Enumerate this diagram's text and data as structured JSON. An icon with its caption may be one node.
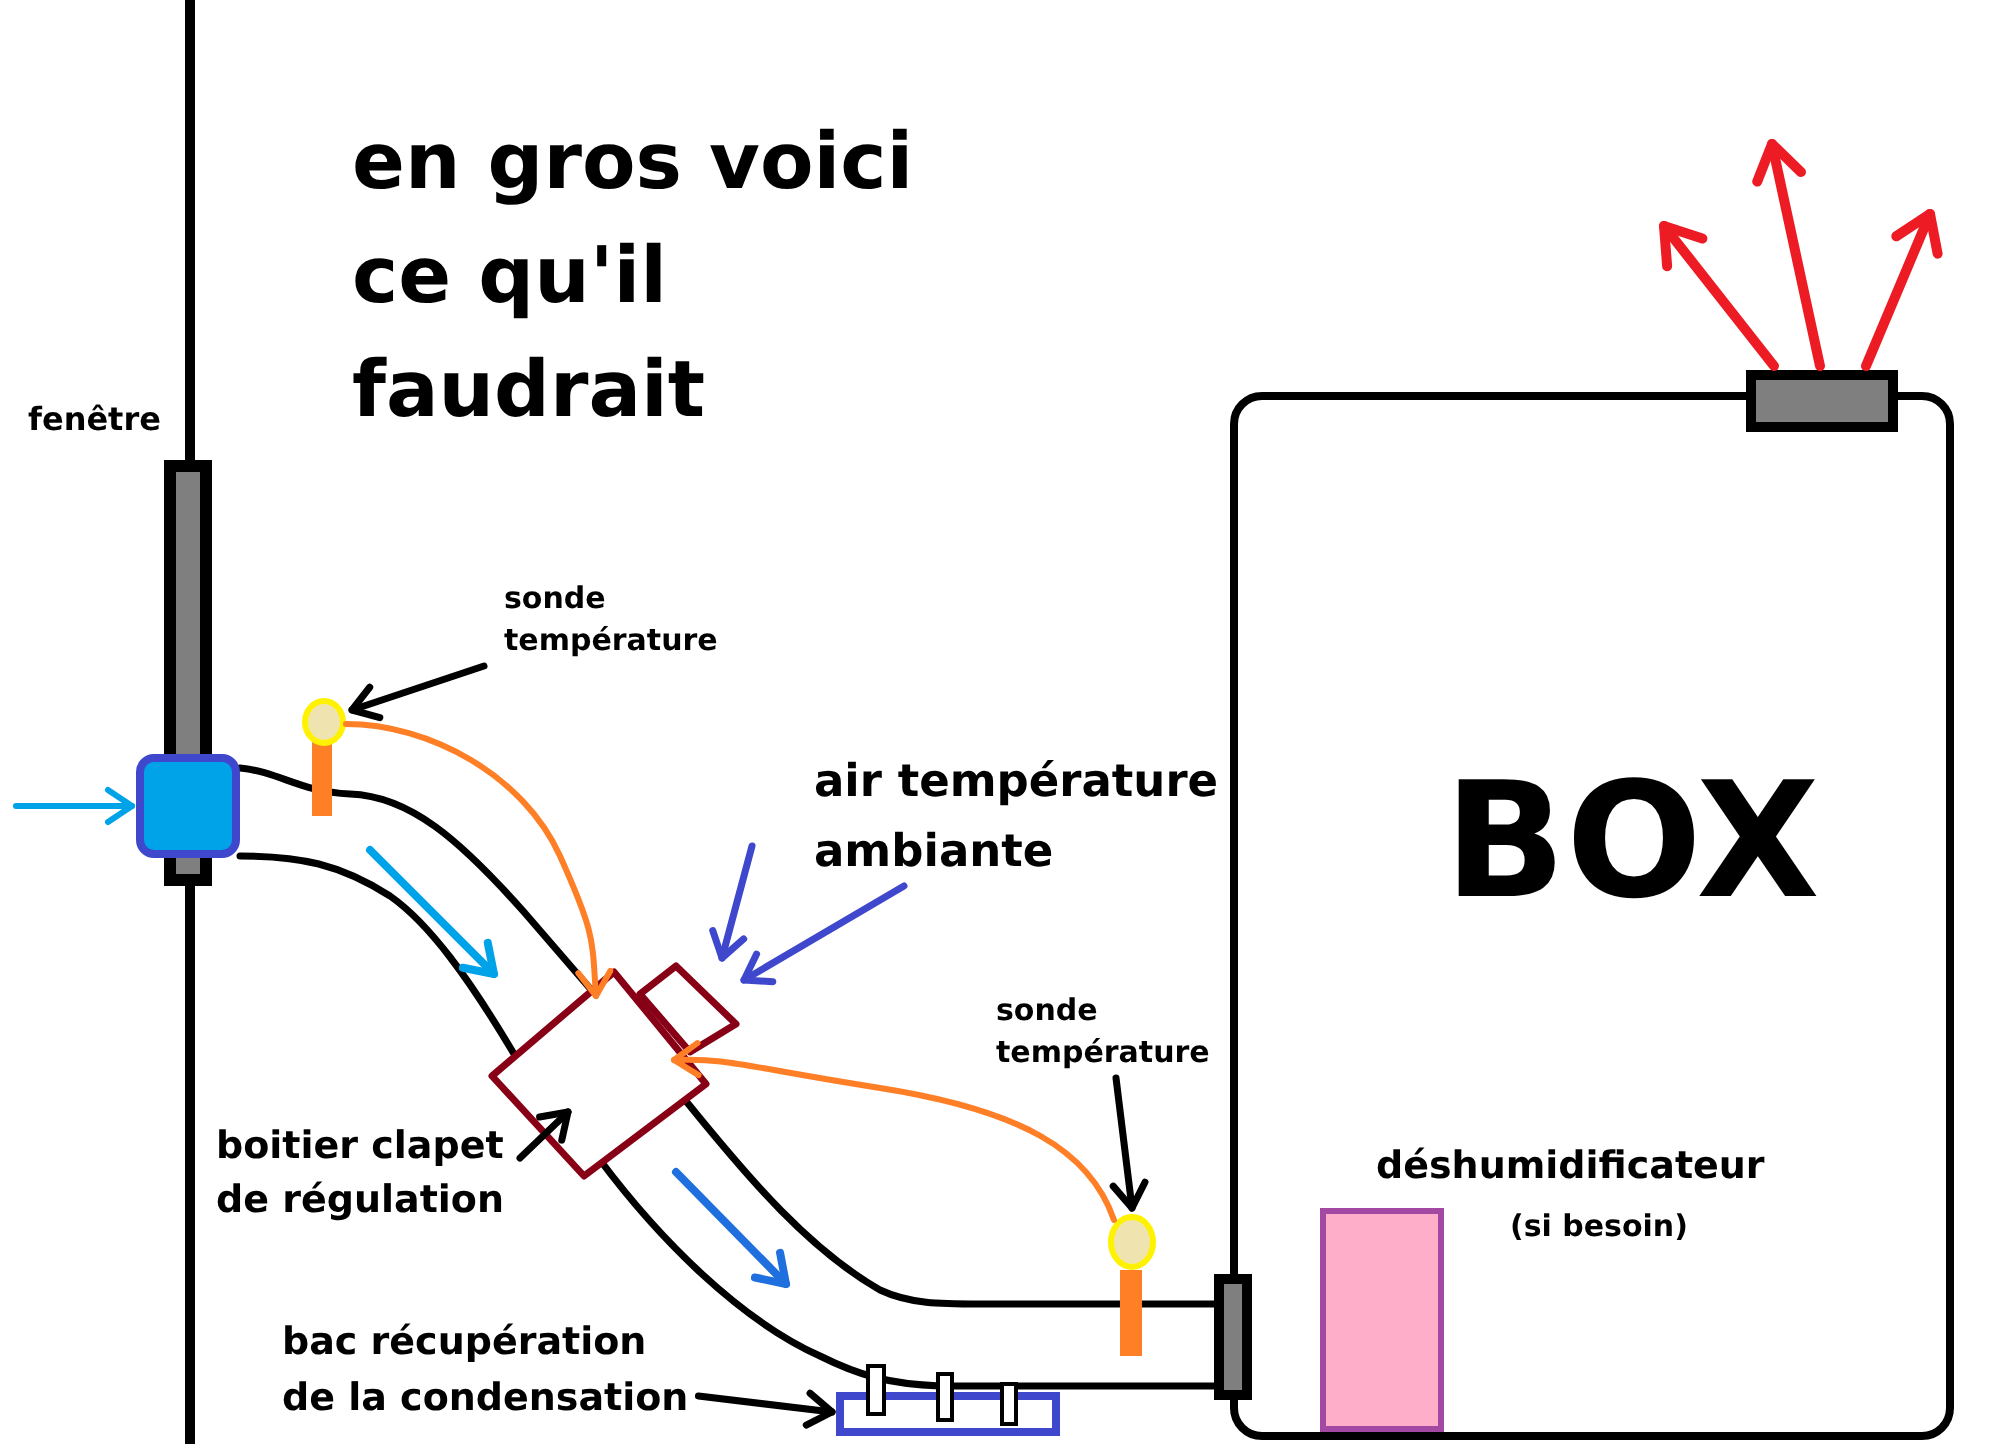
{
  "diagram": {
    "title": "en gros voici ce qu'il faudrait",
    "nodes": [
      {
        "text": [
          "fenêtre"
        ]
      },
      {
        "text": [],
        "shape": "box"
      },
      {
        "text": [
          "sonde température"
        ]
      },
      {
        "text": [],
        "shape": "circle"
      },
      {
        "text": [
          "air température ambiante"
        ]
      },
      {
        "text": [],
        "shape": "diamond"
      },
      {
        "text": [],
        "shape": "diamond"
      },
      {
        "text": [
          "boitier clapet de régulation"
        ]
      },
      {
        "text": [
          "sonde température"
        ]
      },
      {
        "text": [],
        "shape": "circle"
      },
      {
        "text": [
          "BOX"
        ]
      },
      {
        "text": [],
        "shape": "box"
      },
      {
        "text": [
          "déshumidificateur"
        ],
        "beside": [
          "(si besoin)"
        ],
        "in": 10
      },
      {
        "text": [
          "bac récupération de la condensation"
        ]
      },
      {
        "text": [],
        "shape": "box"
      }
    ],
    "edges": [
      {
        "from": null,
        "to": 1,
        "arrow": "to",
        "color": "#00a2e8"
      },
      {
        "from": 2,
        "to": 3,
        "arrow": "to"
      },
      {
        "from": 3,
        "to": 5,
        "arrow": "to",
        "color": "#ff7f27"
      },
      {
        "from": null,
        "to": 6,
        "arrow": "to",
        "color": "#3f48cc"
      },
      {
        "from": 4,
        "to": 6,
        "arrow": "to",
        "color": "#3f48cc"
      },
      {
        "from": 7,
        "to": 5,
        "arrow": "to"
      },
      {
        "from": 8,
        "to": 9,
        "arrow": "to"
      },
      {
        "from": 9,
        "to": 5,
        "arrow": "to",
        "color": "#ff7f27"
      },
      {
        "from": 11,
        "to": null,
        "arrow": "to",
        "color": "#ed1c24"
      },
      {
        "from": 11,
        "to": null,
        "arrow": "to",
        "color": "#ed1c24"
      },
      {
        "from": 11,
        "to": null,
        "arrow": "to",
        "color": "#ed1c24"
      },
      {
        "from": 13,
        "to": 14,
        "arrow": "to"
      }
    ]
  }
}
